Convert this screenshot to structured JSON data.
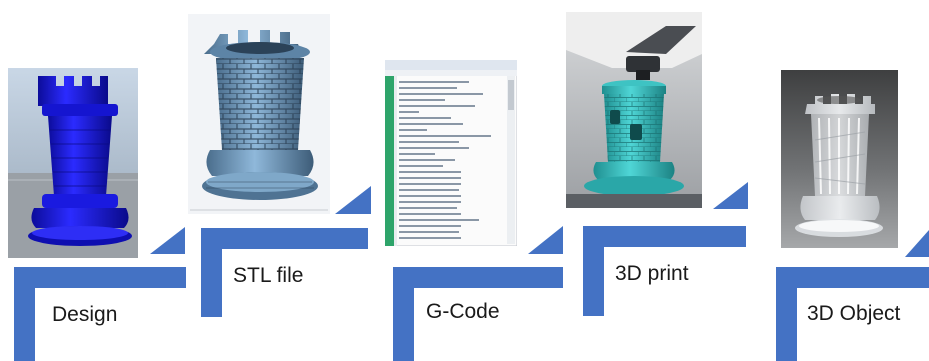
{
  "steps": [
    {
      "id": "design",
      "label": "Design"
    },
    {
      "id": "stl",
      "label": "STL file"
    },
    {
      "id": "gcode",
      "label": "G-Code"
    },
    {
      "id": "print",
      "label": "3D print"
    },
    {
      "id": "object",
      "label": "3D Object"
    }
  ],
  "colors": {
    "bracket": "#4472c4",
    "design_rook": "#1e1ee6",
    "stl_rook": "#6fa0c8",
    "print_rook": "#35c0c0",
    "code_editor_accent": "#2ea46a"
  },
  "icons": [
    "rook-design-image",
    "rook-stl-mesh-image",
    "gcode-editor-image",
    "rook-3d-printing-image",
    "rook-printed-object-image"
  ]
}
